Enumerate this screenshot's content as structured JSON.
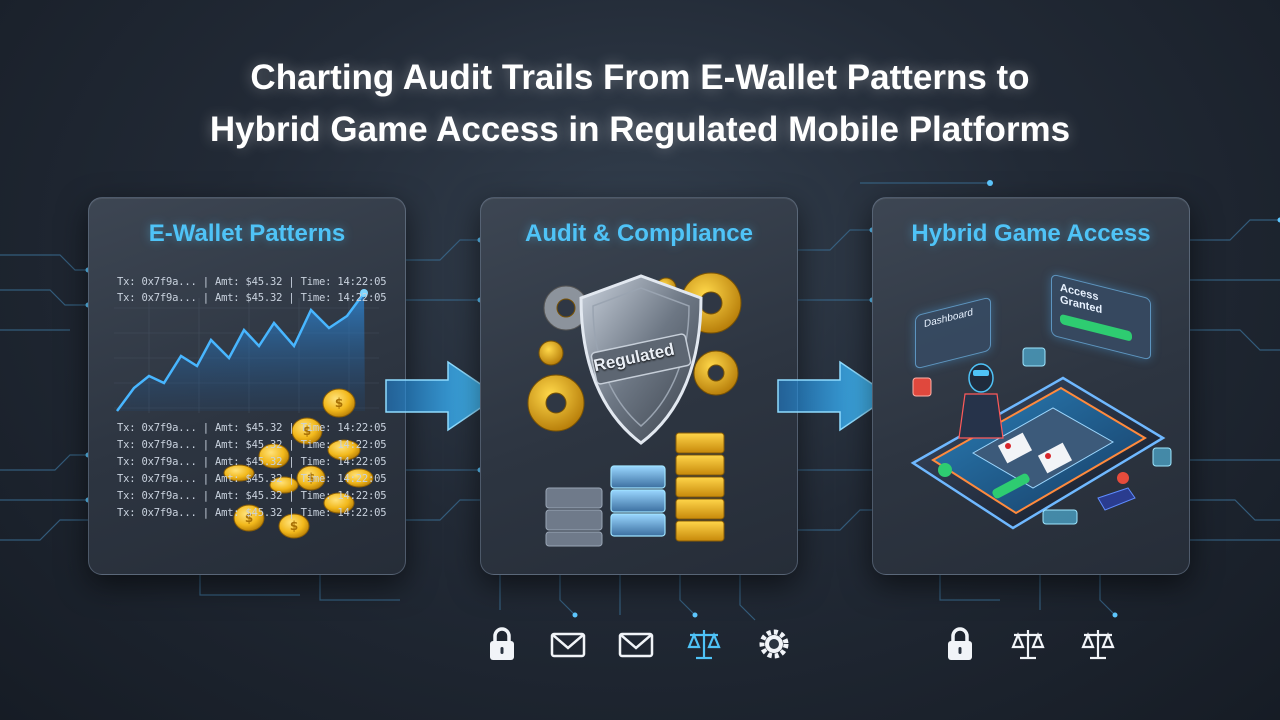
{
  "title": {
    "line1": "Charting Audit Trails From E-Wallet Patterns to",
    "line2": "Hybrid Game Access in Regulated Mobile Platforms"
  },
  "colors": {
    "accent": "#4fc3f7",
    "background": "#222a36",
    "panel": "#2f3744",
    "gold": "#f2b81b",
    "arrow": "#2aa7f5"
  },
  "panels": [
    {
      "title": "E-Wallet Patterns",
      "transactions": [
        "Tx: 0x7f9a... | Amt: $45.32 | Time: 14:22:05",
        "Tx: 0x7f9a... | Amt: $45.32 | Time: 14:22:05",
        "Tx: 0x7f9a... | Amt: $45.32 | Time: 14:22:05",
        "Tx: 0x7f9a... | Amt: $45.32 | Time: 14:22:05",
        "Tx: 0x7f9a... | Amt: $45.32 | Time: 14:22:05",
        "Tx: 0x7f9a... | Amt: $45.32 | Time: 14:22:05",
        "Tx: 0x7f9a... | Amt: $45.32 | Time: 14:22:05",
        "Tx: 0x7f9a... | Amt: $45.32 | Time: 14:22:05"
      ]
    },
    {
      "title": "Audit & Compliance",
      "shield_label": "Regulated"
    },
    {
      "title": "Hybrid Game Access",
      "card_dashboard": "Dashboard",
      "card_access": "Access Granted"
    }
  ],
  "icons_group_1": [
    "lock-icon",
    "envelope-icon",
    "envelope-icon",
    "scales-icon",
    "gear-chat-icon"
  ],
  "icons_group_2": [
    "lock-icon",
    "scales-icon",
    "scales-icon"
  ]
}
